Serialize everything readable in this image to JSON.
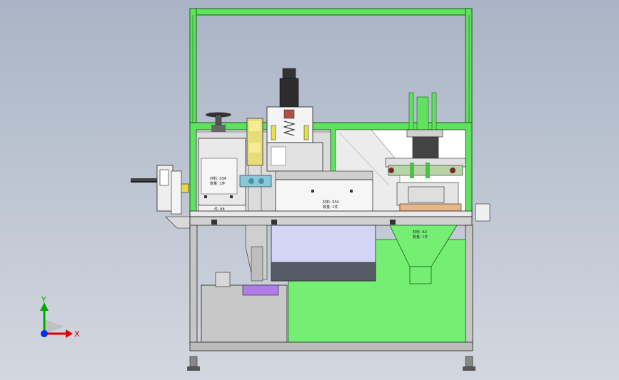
{
  "machine": {
    "labels": {
      "left_cabinet_label": "材料: SS4",
      "left_cabinet_qty": "数量: 1件",
      "left_base_label": "件: 88",
      "center_box_label": "材料: SS4",
      "center_box_qty": "数量: 1件",
      "hopper_label": "材料: A3",
      "hopper_qty": "数量: 1件"
    }
  },
  "triad": {
    "x_label": "X",
    "y_label": "Y",
    "colors": {
      "x": "#e00000",
      "y": "#00aa00",
      "z": "#0030e0"
    }
  }
}
